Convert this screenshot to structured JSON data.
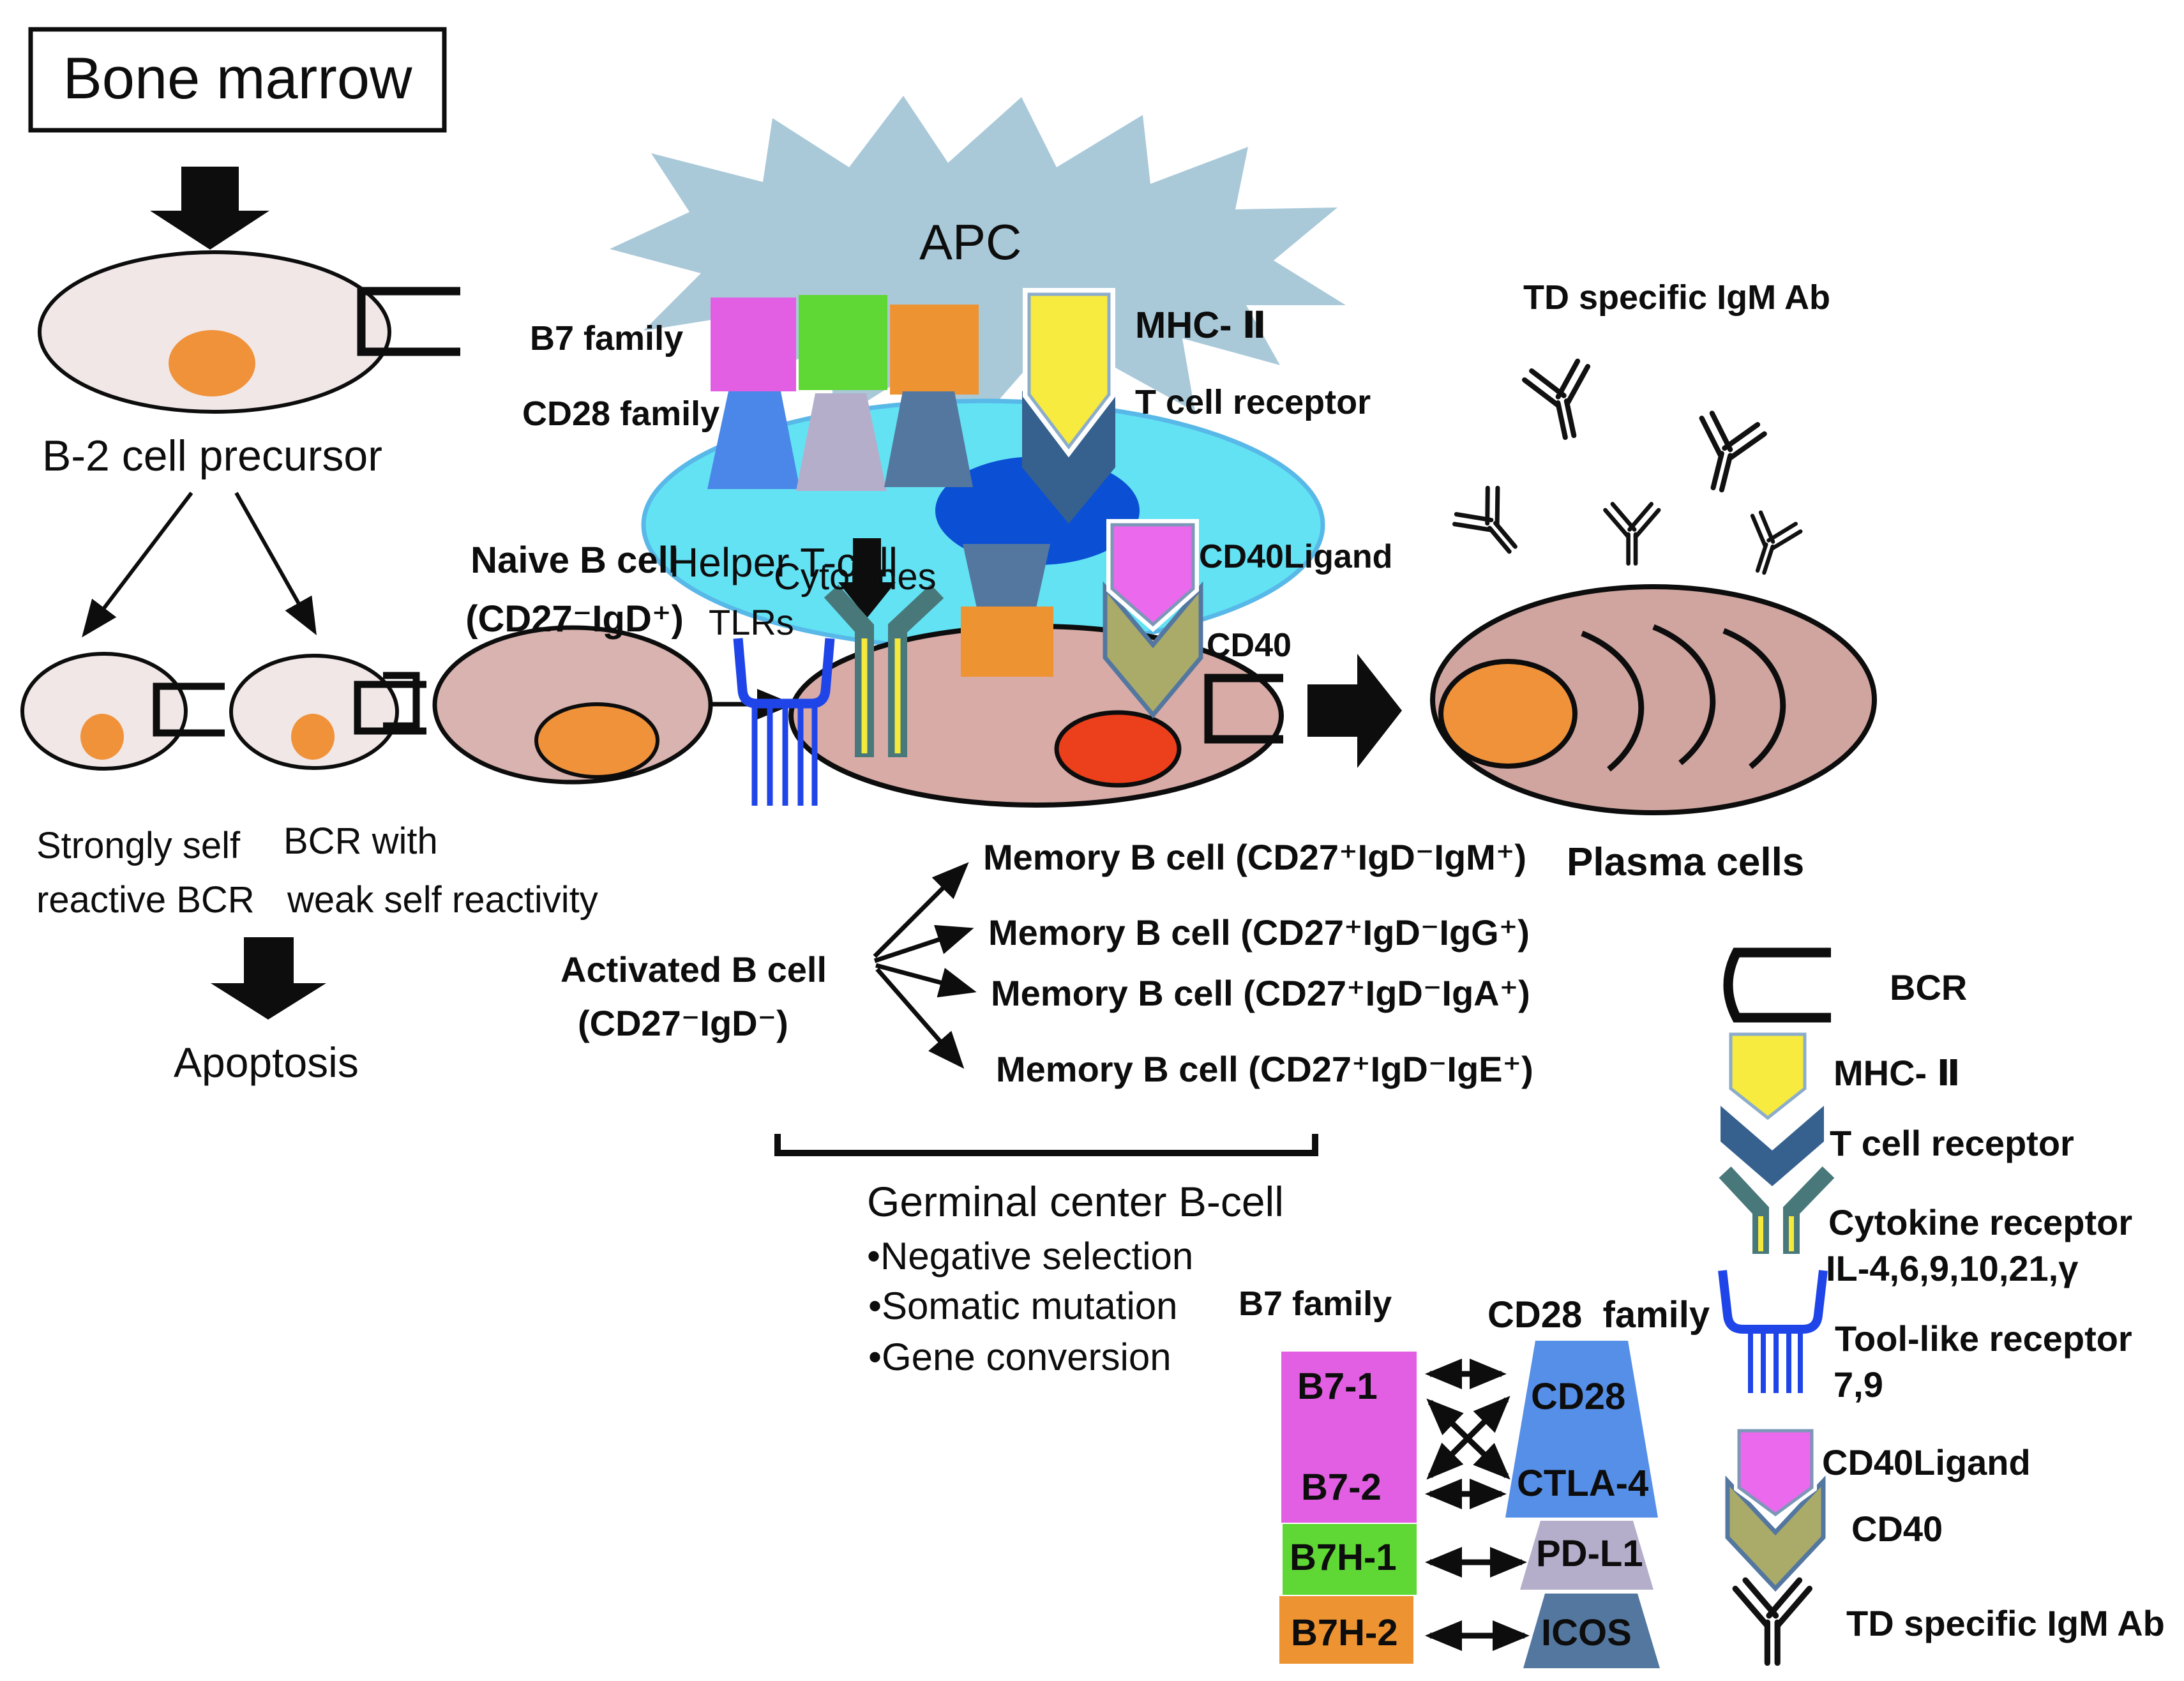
{
  "bone_marrow": {
    "label": "Bone marrow"
  },
  "cells": {
    "b2_precursor": "B-2 cell precursor",
    "naive_title": "Naive B cell",
    "naive_sub": "(CD27⁻IgD⁺)",
    "activated_title": "Activated B cell",
    "activated_sub": "(CD27⁻IgD⁻)",
    "helper": "Helper T-cell",
    "apc": "APC",
    "plasma": "Plasma cells"
  },
  "fate": {
    "strong_line1": "Strongly self",
    "strong_line2": "reactive BCR",
    "weak_line1": "BCR with",
    "weak_line2": "weak self reactivity",
    "apoptosis": "Apoptosis"
  },
  "receptors": {
    "b7_family": "B7 family",
    "cd28_family": "CD28 family",
    "mhc2": "MHC- Ⅱ",
    "tcr": "T cell receptor",
    "cytokines": "Cytokines",
    "tlrs": "TLRs",
    "cd40l": "CD40Ligand",
    "cd40": "CD40"
  },
  "antibody": {
    "td_igm": "TD specific IgM Ab"
  },
  "memory": {
    "items": [
      "Memory B cell (CD27⁺IgD⁻IgM⁺)",
      "Memory B cell (CD27⁺IgD⁻IgG⁺)",
      "Memory B cell (CD27⁺IgD⁻IgA⁺)",
      "Memory B cell (CD27⁺IgD⁻IgE⁺)"
    ]
  },
  "germinal": {
    "title": "Germinal center B-cell",
    "bullets": [
      "•Negative selection",
      "•Somatic mutation",
      "•Gene conversion"
    ]
  },
  "b7_table": {
    "left_header": "B7 family",
    "right_header": "CD28  family",
    "left": [
      "B7-1",
      "B7-2",
      "B7H-1",
      "B7H-2"
    ],
    "right": [
      "CD28",
      "CTLA-4",
      "PD-L1",
      "ICOS"
    ]
  },
  "legend": {
    "bcr": "BCR",
    "mhc2": "MHC- Ⅱ",
    "tcr": "T cell receptor",
    "cytokine_r1": "Cytokine receptor",
    "cytokine_r2": "IL-4,6,9,10,21,γ",
    "tlr1": "Tool-like receptor",
    "tlr2": "7,9",
    "cd40l": "CD40Ligand",
    "cd40": "CD40",
    "igm": "TD specific IgM Ab"
  },
  "colors": {
    "apc_star": "#A9C9D9",
    "helper_fill": "#63E2F4",
    "helper_stroke": "#58B8E8",
    "helper_nucleus": "#0B50D4",
    "precursor_cell": "#F1E7E7",
    "b_cell_rose": "#D8ABA6",
    "plasma_cell": "#D0A5A0",
    "nucleus_orange": "#F0923A",
    "nucleus_red": "#EC3F1C",
    "b7_magenta": "#E25EE2",
    "b7_green": "#5FD734",
    "b7_orange": "#EE9332",
    "cd28_blue": "#4A87E8",
    "pdl1_lavender": "#B5AECB",
    "icos_steel": "#54779F",
    "mhc_yellow": "#F6EB3E",
    "tcr_navy": "#36618E",
    "cd40l_pink": "#EA69ED",
    "cd40_olive": "#ABAB69",
    "tlr_blue": "#1F45E8",
    "cytokine_teal": "#49787A"
  }
}
